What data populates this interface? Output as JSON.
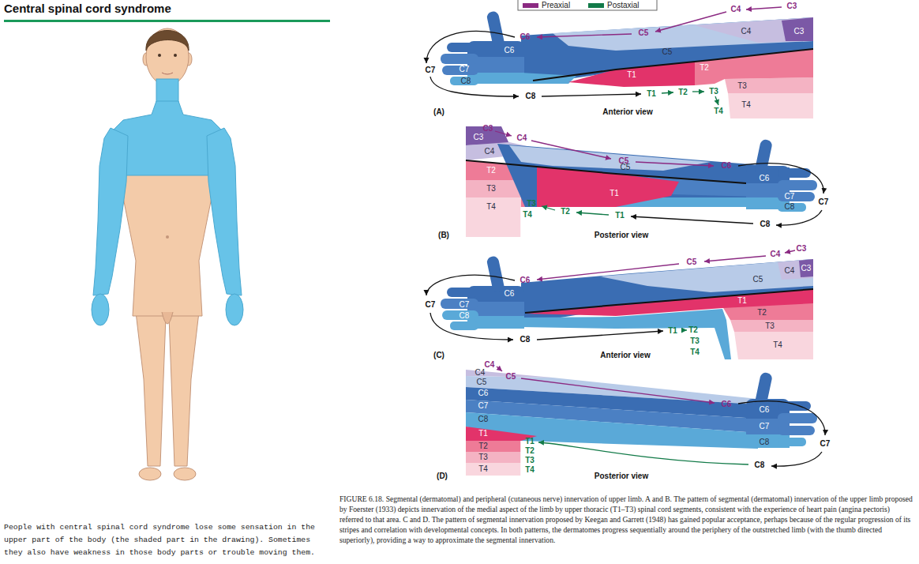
{
  "diagram": {
    "title": "Central spinal cord syndrome",
    "caption": "FIGURE 6.18. Segmental (dermatomal) and peripheral (cutaneous nerve) innervation of upper limb. A and B. The pattern of segmental (dermatomal) innervation of the upper limb proposed by Foerster (1933) depicts innervation of the medial aspect of the limb by upper thoracic (T1–T3) spinal cord segments, consistent with the experience of heart pain (angina pectoris) referred to that area. C and D. The pattern of segmental innervation proposed by Keegan and Garrett (1948) has gained popular acceptance, perhaps because of the regular progression of its stripes and correlation with developmental concepts. In both patterns, the dermatomes progress sequentially around the periphery of the outstretched limb (with the thumb directed superiorly), providing a way to approximate the segmental innervation.",
    "labels": [
      "People with central spinal cord syndrome lose some sensation in the upper part of the body (the shaded part in the drawing). Sometimes they also have weakness in those body parts or trouble moving them.",
      "C3",
      "C4",
      "C5",
      "C6",
      "C7",
      "C8",
      "T1",
      "T2",
      "T3",
      "T4",
      "C4",
      "C3",
      "C6",
      "C5",
      "T2",
      "C7",
      "T1",
      "C8",
      "T3",
      "T4",
      "(A)",
      "Anterior view",
      "C3",
      "C4",
      "C5",
      "C6",
      "C7",
      "C8",
      "T1",
      "T2",
      "T3",
      "T4",
      "C3",
      "C4",
      "T2",
      "T3",
      "T4",
      "C5",
      "T1",
      "C6",
      "C7",
      "C8",
      "(B)",
      "Posterior view",
      "C4",
      "C3",
      "C5",
      "C6",
      "C7",
      "C8",
      "T1",
      "T2",
      "T3",
      "T4",
      "C6",
      "C7",
      "C8",
      "C5",
      "C4",
      "C3",
      "T1",
      "T2",
      "T3",
      "T4",
      "(C)",
      "Anterior view",
      "C4",
      "C5",
      "C6",
      "C7",
      "C8",
      "T1",
      "T2",
      "T3",
      "T4",
      "C4",
      "C5",
      "C6",
      "C7",
      "C8",
      "T1",
      "T2",
      "T3",
      "T4",
      "C6",
      "C7",
      "C8",
      "(D)",
      "Posterior view"
    ],
    "legend": [
      {
        "text": "Preaxial",
        "color": "#8b2a82"
      },
      {
        "text": "Postaxial",
        "color": "#127a48"
      }
    ]
  }
}
